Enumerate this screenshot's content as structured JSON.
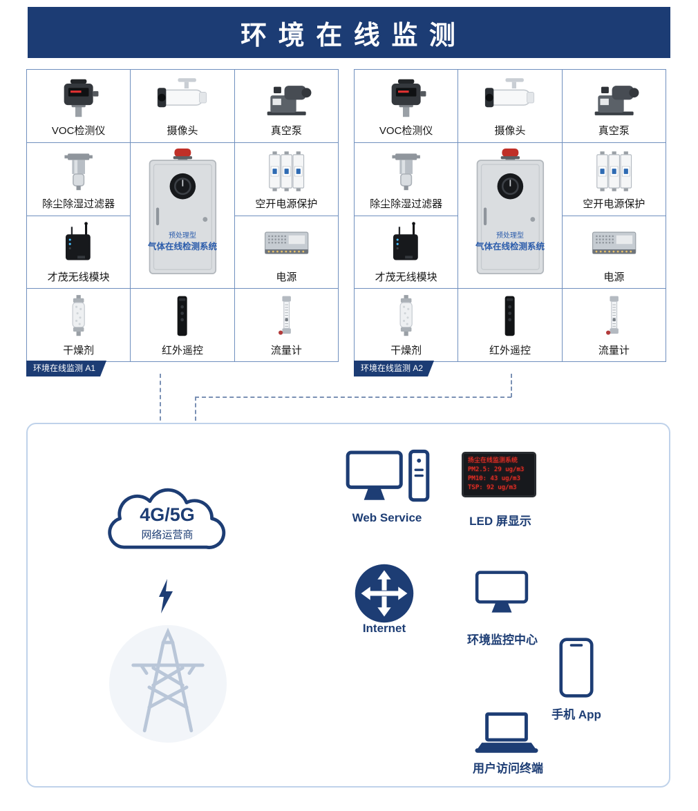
{
  "title": "环 境 在 线 监 测",
  "panels": [
    {
      "tag": "环境在线监测 A1",
      "cabinet": {
        "line1": "预处理型",
        "line2": "气体在线检测系统"
      },
      "items": [
        {
          "label": "VOC检测仪"
        },
        {
          "label": "摄像头"
        },
        {
          "label": "真空泵"
        },
        {
          "label": "除尘除湿过滤器"
        },
        {
          "label": "空开电源保护"
        },
        {
          "label": "才茂无线模块"
        },
        {
          "label": "电源"
        },
        {
          "label": "干燥剂"
        },
        {
          "label": "红外遥控"
        },
        {
          "label": "流量计"
        }
      ]
    },
    {
      "tag": "环境在线监测 A2",
      "cabinet": {
        "line1": "预处理型",
        "line2": "气体在线检测系统"
      },
      "items": [
        {
          "label": "VOC检测仪"
        },
        {
          "label": "摄像头"
        },
        {
          "label": "真空泵"
        },
        {
          "label": "除尘除湿过滤器"
        },
        {
          "label": "空开电源保护"
        },
        {
          "label": "才茂无线模块"
        },
        {
          "label": "电源"
        },
        {
          "label": "干燥剂"
        },
        {
          "label": "红外遥控"
        },
        {
          "label": "流量计"
        }
      ]
    }
  ],
  "network": {
    "cloud": {
      "line1": "4G/5G",
      "line2": "网络运营商"
    },
    "labels": {
      "web_service": "Web Service",
      "led": "LED 屏显示",
      "internet": "Internet",
      "monitor_center": "环境监控中心",
      "phone_app": "手机 App",
      "user_terminal": "用户访问终端"
    },
    "led_screen": {
      "lines": [
        "扬尘在线监测系统",
        "PM2.5: 29 ug/m3",
        "PM10: 43 ug/m3",
        "TSP: 92 ug/m3"
      ]
    }
  },
  "colors": {
    "navy": "#1c3c74",
    "grid_border": "#6f8fbe",
    "dashed_line": "#7a90b4",
    "panel_border": "#bfd2ea",
    "led_red": "#ff3226",
    "cabinet_text_blue": "#2b5cab",
    "beacon_red": "#c03028"
  }
}
